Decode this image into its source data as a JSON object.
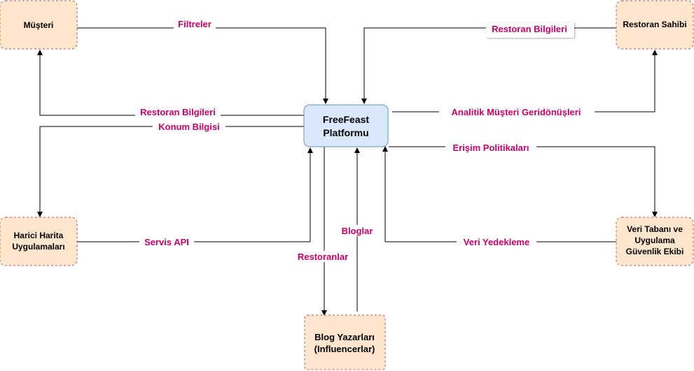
{
  "colors": {
    "external_fill": "#ffe6cc",
    "external_stroke": "#b85450",
    "platform_fill": "#dae8fc",
    "platform_stroke": "#6c8ebf",
    "label": "#cc0066",
    "line": "#000000"
  },
  "nodes": {
    "musteri": "Müşteri",
    "restoran_sahibi": "Restoran Sahibi",
    "platform_line1": "FreeFeast",
    "platform_line2": "Platformu",
    "harita_line1": "Harici Harita",
    "harita_line2": "Uygulamaları",
    "veritabani_line1": "Veri Tabanı ve",
    "veritabani_line2": "Uygulama",
    "veritabani_line3": "Güvenlik Ekibi",
    "blog_line1": "Blog Yazarları",
    "blog_line2": "(Influencerlar)"
  },
  "edges": {
    "filtreler": "Filtreler",
    "restoran_bilgileri_top": "Restoran Bilgileri",
    "restoran_bilgileri_left": "Restoran Bilgileri",
    "konum_bilgisi": "Konum Bilgisi",
    "analitik": "Analitik Müşteri Geridönüşleri",
    "erisim": "Erişim Politikaları",
    "servis_api": "Servis API",
    "veri_yedekleme": "Veri Yedekleme",
    "bloglar": "Bloglar",
    "restoranlar": "Restoranlar"
  }
}
